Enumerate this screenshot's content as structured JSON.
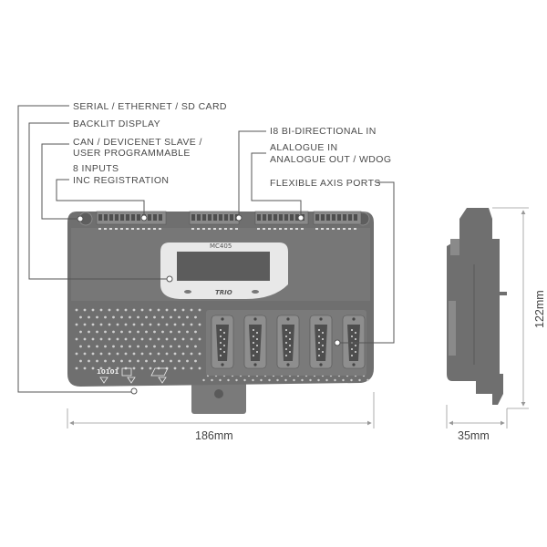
{
  "callouts": {
    "serial": "SERIAL / ETHERNET / SD CARD",
    "backlit": "BACKLIT DISPLAY",
    "can_line1": "CAN / DEVICENET SLAVE /",
    "can_line2": "USER PROGRAMMABLE",
    "inputs_line1": "8 INPUTS",
    "inputs_line2": "INC REGISTRATION",
    "bidir": "I8 BI-DIRECTIONAL IN",
    "analogue_line1": "ALALOGUE IN",
    "analogue_line2": "ANALOGUE OUT / WDOG",
    "axis": "FLEXIBLE AXIS PORTS"
  },
  "device": {
    "model": "MC405",
    "brand": "TRIO",
    "serial_port_label": "10101"
  },
  "dimensions": {
    "width": "186mm",
    "depth": "35mm",
    "height": "122mm"
  },
  "colors": {
    "body": "#6f6f6f",
    "body_dark": "#5c5c5c",
    "leader": "#555555",
    "dimension": "#999999"
  }
}
